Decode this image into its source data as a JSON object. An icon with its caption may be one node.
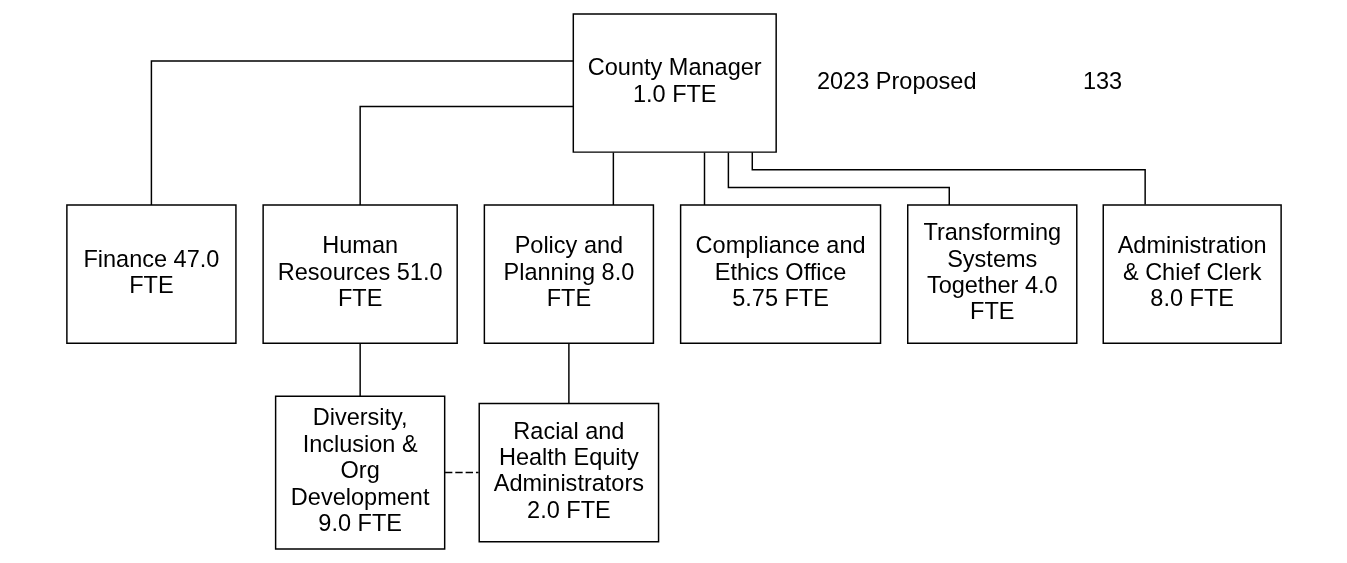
{
  "diagram": {
    "nodes": [
      {
        "text": [
          "County Manager 1.0 FTE"
        ]
      },
      {
        "text": [
          "Finance 47.0 FTE"
        ]
      },
      {
        "text": [
          "Human Resources 51.0 FTE"
        ]
      },
      {
        "text": [
          "Policy and Planning 8.0 FTE"
        ]
      },
      {
        "text": [
          "Compliance and Ethics Office 5.75 FTE"
        ]
      },
      {
        "text": [
          "Transforming Systems Together 4.0 FTE"
        ]
      },
      {
        "text": [
          "Administration & Chief Clerk 8.0 FTE"
        ]
      },
      {
        "text": [
          "Diversity, Inclusion & Org Development 9.0 FTE"
        ]
      },
      {
        "text": [
          "Racial and Health Equity Administrators 2.0 FTE"
        ]
      }
    ],
    "edges": [
      {
        "from": 0,
        "to": 1,
        "arrow": "none"
      },
      {
        "from": 0,
        "to": 2,
        "arrow": "none"
      },
      {
        "from": 0,
        "to": 3,
        "arrow": "none"
      },
      {
        "from": 0,
        "to": 4,
        "arrow": "none"
      },
      {
        "from": 0,
        "to": 5,
        "arrow": "none"
      },
      {
        "from": 0,
        "to": 6,
        "arrow": "none"
      },
      {
        "from": 2,
        "to": 7,
        "arrow": "none"
      },
      {
        "from": 3,
        "to": 8,
        "arrow": "none"
      },
      {
        "from": 7,
        "to": 8,
        "arrow": "none",
        "style": "dashed"
      }
    ],
    "labels": [
      "2023 Proposed",
      "133"
    ]
  }
}
